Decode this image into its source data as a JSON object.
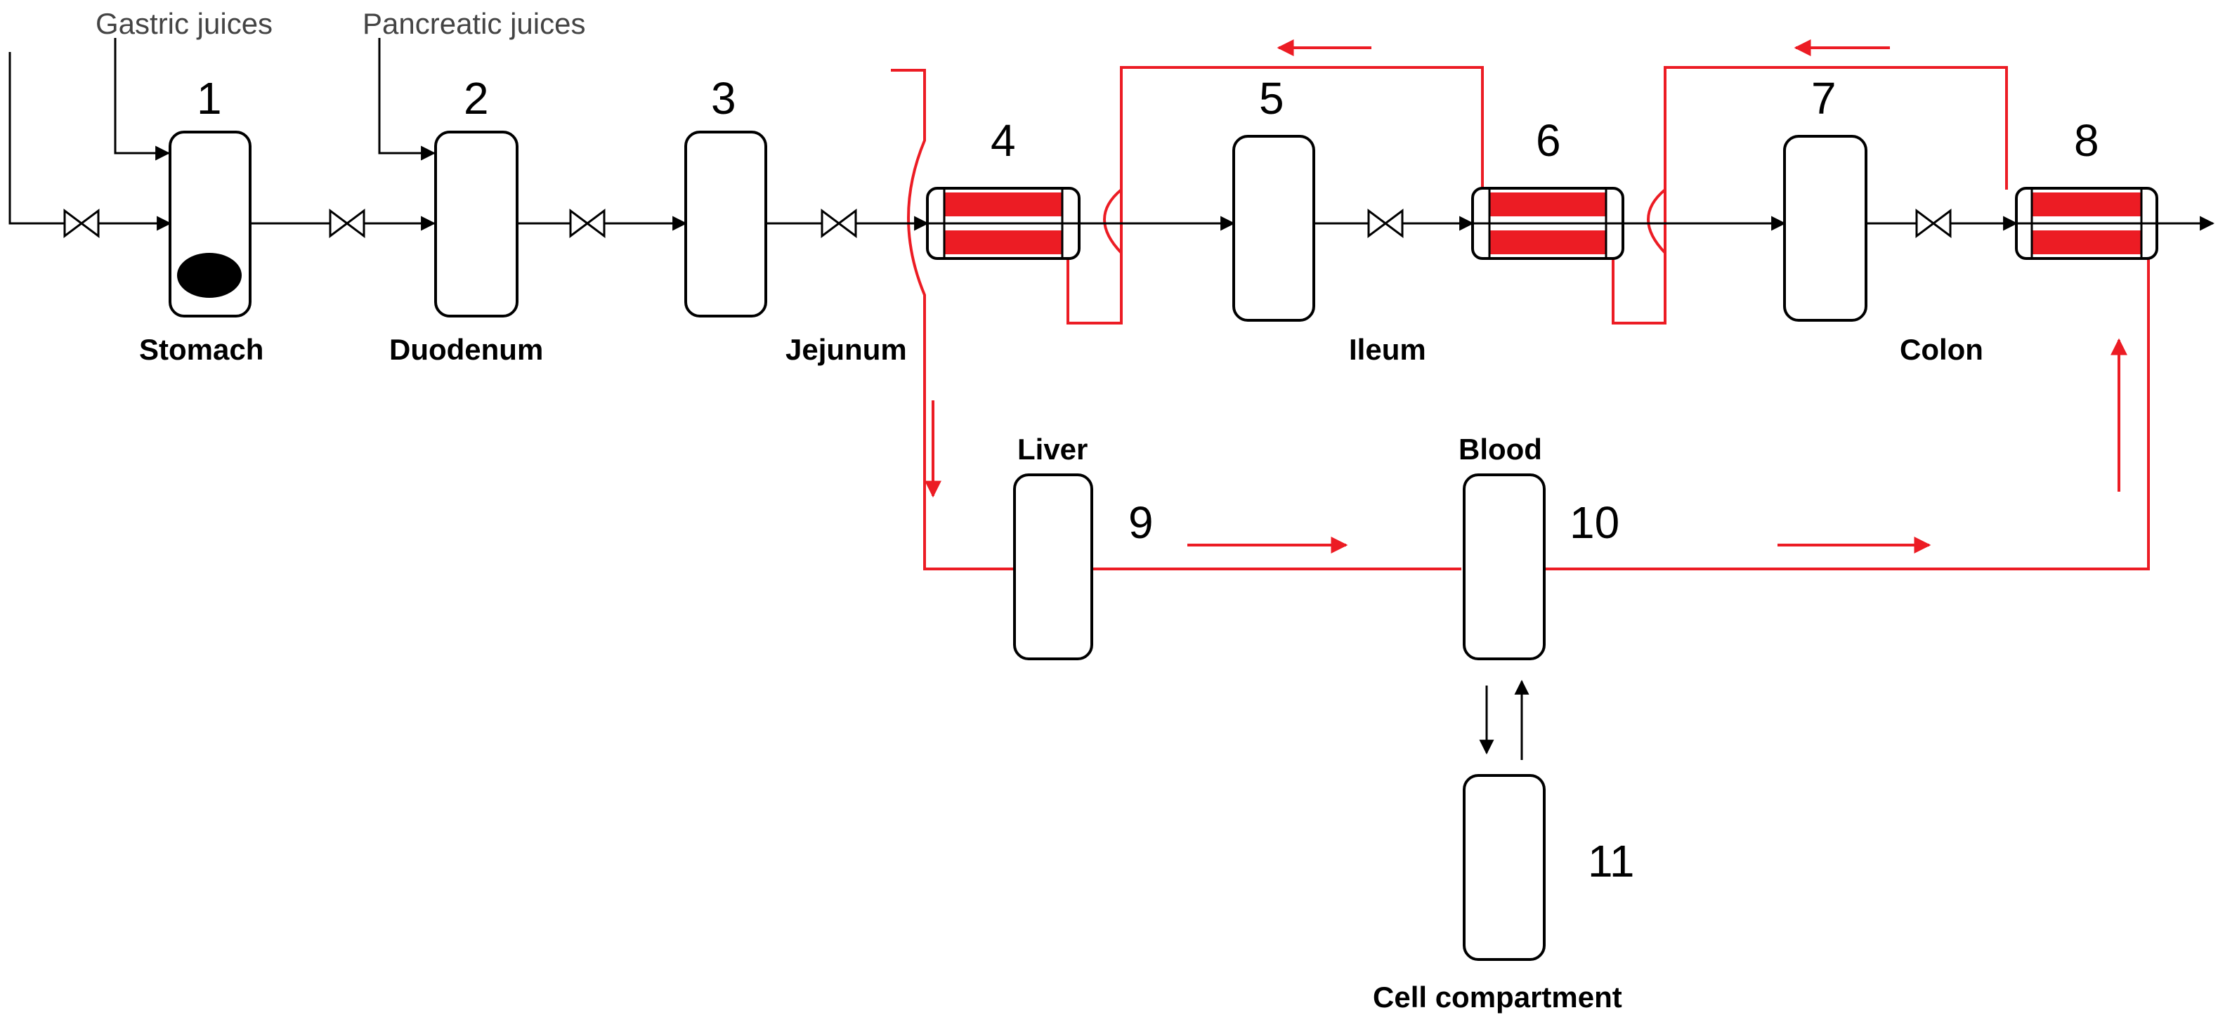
{
  "inputs": {
    "gastric": "Gastric juices",
    "pancreatic": "Pancreatic juices"
  },
  "compartments": [
    {
      "number": "1",
      "label": "Stomach"
    },
    {
      "number": "2",
      "label": "Duodenum"
    },
    {
      "number": "3",
      "label": ""
    },
    {
      "number": "4",
      "label": "Jejunum"
    },
    {
      "number": "5",
      "label": ""
    },
    {
      "number": "6",
      "label": "Ileum"
    },
    {
      "number": "7",
      "label": ""
    },
    {
      "number": "8",
      "label": "Colon"
    },
    {
      "number": "9",
      "label": "Liver"
    },
    {
      "number": "10",
      "label": "Blood"
    },
    {
      "number": "11",
      "label": "Cell compartment"
    }
  ],
  "colors": {
    "circulation": "#ec1c24",
    "flow": "#000000"
  }
}
